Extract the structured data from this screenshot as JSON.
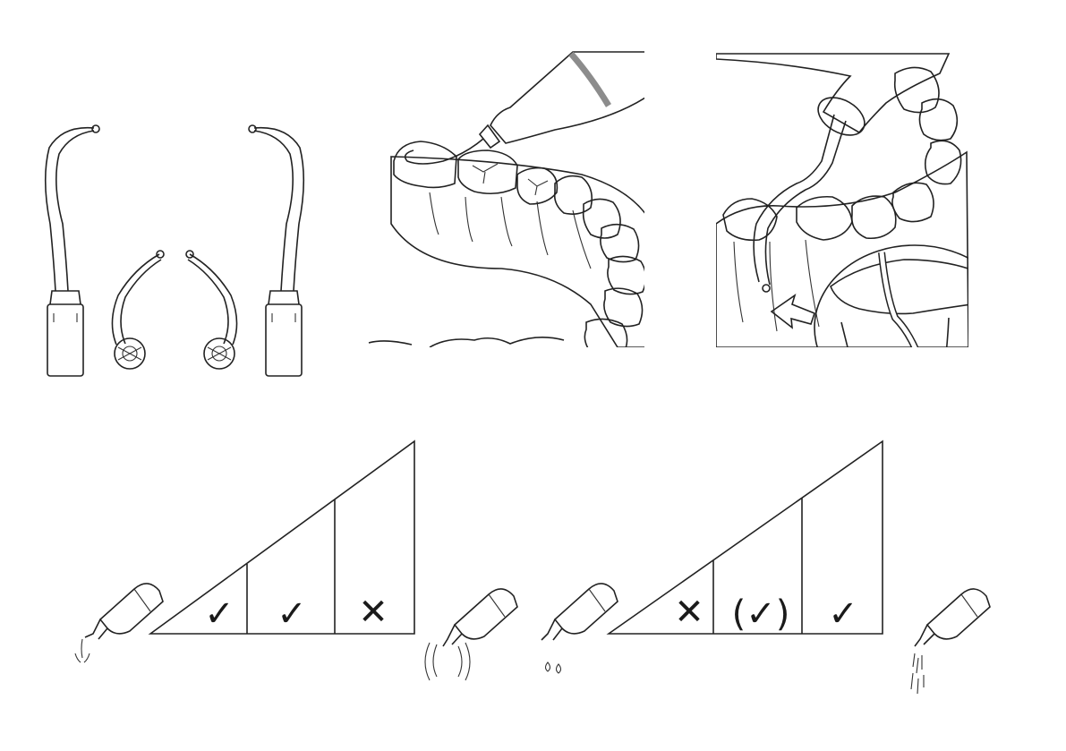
{
  "colors": {
    "ink": "#222222",
    "gum": "#c6c6c6",
    "tooth": "#ffffff",
    "handpiece": "#e4e4e4",
    "band": "#8c8c8c"
  },
  "scales": [
    {
      "id": "power-scale",
      "left_indicator": "low-vibration-handpiece-icon",
      "right_indicator": "high-vibration-handpiece-icon",
      "cells": [
        "✓",
        "✓",
        "✕"
      ]
    },
    {
      "id": "water-scale",
      "left_indicator": "low-water-drip-handpiece-icon",
      "right_indicator": "high-water-spray-handpiece-icon",
      "cells": [
        "✕",
        "(✓)",
        "✓"
      ]
    }
  ],
  "illustrations": [
    "scaler-tips-set",
    "occlusal-tip-application",
    "subgingival-tip-application-with-magnifier"
  ]
}
